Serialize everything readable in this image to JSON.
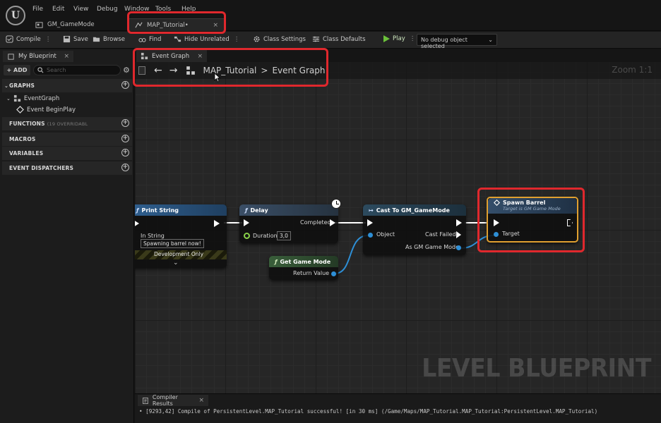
{
  "menu": [
    "File",
    "Edit",
    "View",
    "Debug",
    "Window",
    "Tools",
    "Help"
  ],
  "doc_tabs": [
    {
      "label": "GM_GameMode",
      "active": false
    },
    {
      "label": "MAP_Tutorial•",
      "active": true
    }
  ],
  "toolbar": {
    "compile": "Compile",
    "save": "Save",
    "browse": "Browse",
    "find": "Find",
    "hide_unrelated": "Hide Unrelated",
    "class_settings": "Class Settings",
    "class_defaults": "Class Defaults",
    "play": "Play",
    "debug_object": "No debug object selected"
  },
  "left_panel": {
    "tab": "My Blueprint",
    "add": "+ ADD",
    "search_placeholder": "Search",
    "sections": {
      "graphs": "GRAPHS",
      "functions": "FUNCTIONS",
      "functions_sub": "(19 OVERRIDABL",
      "macros": "MACROS",
      "variables": "VARIABLES",
      "event_dispatchers": "EVENT DISPATCHERS"
    },
    "tree": {
      "event_graph": "EventGraph",
      "event_begin_play": "Event BeginPlay"
    }
  },
  "graph": {
    "tab": "Event Graph",
    "breadcrumb_level": "MAP_Tutorial",
    "breadcrumb_sep": ">",
    "breadcrumb_graph": "Event Graph",
    "zoom": "Zoom 1:1",
    "watermark": "LEVEL BLUEPRINT"
  },
  "nodes": {
    "print_string": {
      "title": "Print String",
      "in_string_label": "In String",
      "in_string_value": "Spawning barrel now!",
      "dev_only": "Development Only"
    },
    "delay": {
      "title": "Delay",
      "completed": "Completed",
      "duration_label": "Duration",
      "duration_value": "3,0"
    },
    "cast": {
      "title": "Cast To GM_GameMode",
      "object": "Object",
      "cast_failed": "Cast Failed",
      "as_gm": "As GM Game Mode"
    },
    "get_game_mode": {
      "title": "Get Game Mode",
      "return_value": "Return Value"
    },
    "spawn_barrel": {
      "title": "Spawn Barrel",
      "subtitle": "Target is GM Game Mode",
      "target": "Target"
    }
  },
  "compiler": {
    "tab": "Compiler Results",
    "log": "• [9293,42] Compile of PersistentLevel.MAP_Tutorial successful! [in 30 ms] (/Game/Maps/MAP_Tutorial.MAP_Tutorial:PersistentLevel.MAP_Tutorial)"
  },
  "colors": {
    "highlight": "#e0282d",
    "print_header": "#2f5f8f",
    "delay_header": "#3a4e66",
    "cast_header": "#2c4a5e",
    "get_header": "#395e3a",
    "spawn_border": "#e0a030",
    "data_pin": "#2e8fd6"
  }
}
